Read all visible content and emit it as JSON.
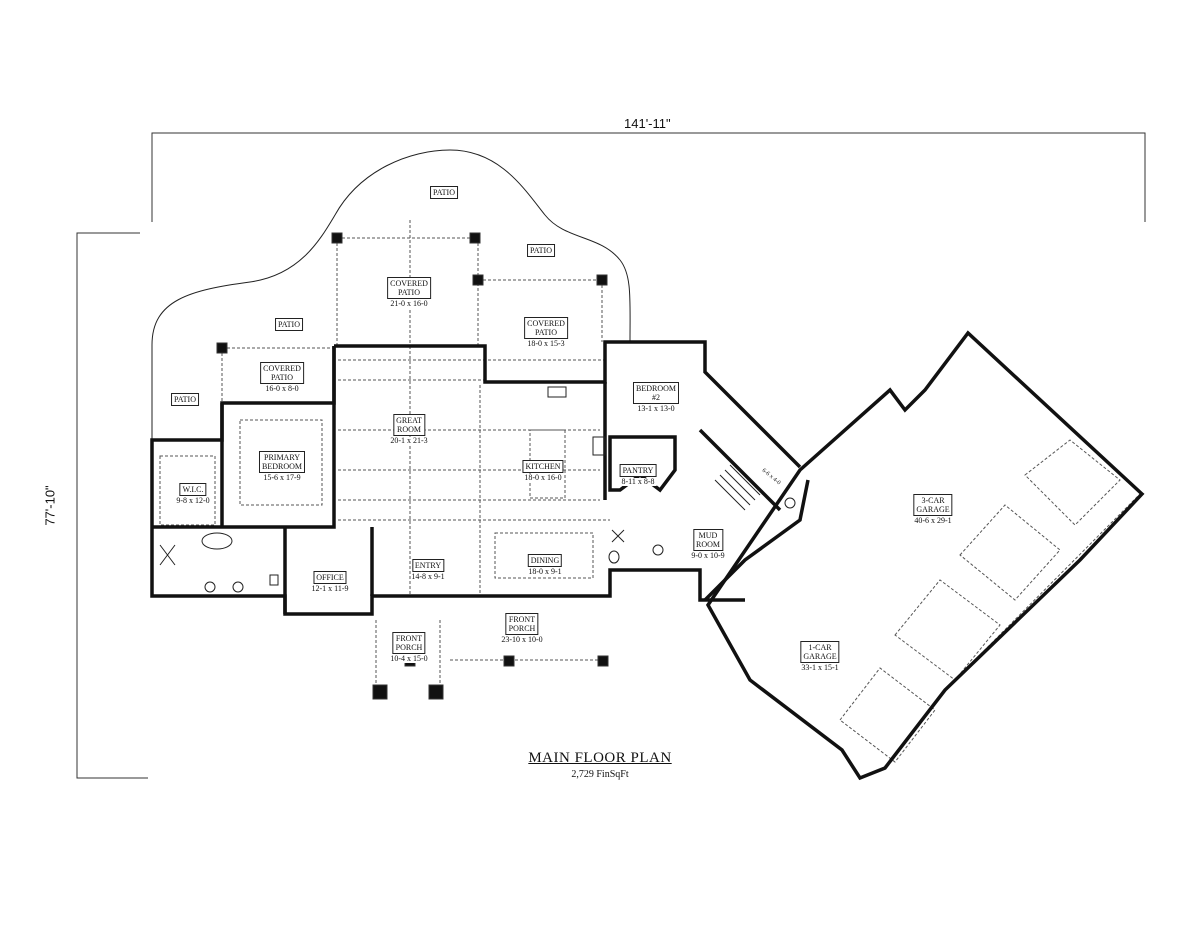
{
  "dimensions": {
    "width": "141'-11\"",
    "depth": "77'-10\""
  },
  "plan": {
    "title": "MAIN FLOOR PLAN",
    "area": "2,729 FinSqFt"
  },
  "rooms": [
    {
      "name": "PATIO",
      "size": ""
    },
    {
      "name": "PATIO",
      "size": ""
    },
    {
      "name": "PATIO",
      "size": ""
    },
    {
      "name": "PATIO",
      "size": ""
    },
    {
      "name": "COVERED\nPATIO",
      "size": "21-0 x 16-0"
    },
    {
      "name": "COVERED\nPATIO",
      "size": "18-0 x 15-3"
    },
    {
      "name": "COVERED\nPATIO",
      "size": "16-0 x 8-0"
    },
    {
      "name": "BEDROOM\n#2",
      "size": "13-1 x 13-0"
    },
    {
      "name": "GREAT\nROOM",
      "size": "20-1 x 21-3"
    },
    {
      "name": "PRIMARY\nBEDROOM",
      "size": "15-6 x 17-9"
    },
    {
      "name": "KITCHEN",
      "size": "18-0 x 16-0"
    },
    {
      "name": "PANTRY",
      "size": "8-11 x 8-8"
    },
    {
      "name": "W.I.C.",
      "size": "9-8 x 12-0"
    },
    {
      "name": "3-CAR\nGARAGE",
      "size": "40-6 x 29-1"
    },
    {
      "name": "MUD\nROOM",
      "size": "9-0 x 10-9"
    },
    {
      "name": "OFFICE",
      "size": "12-1 x 11-9"
    },
    {
      "name": "ENTRY",
      "size": "14-8 x 9-1"
    },
    {
      "name": "DINING",
      "size": "18-0 x 9-1"
    },
    {
      "name": "FRONT\nPORCH",
      "size": "23-10 x 10-0"
    },
    {
      "name": "FRONT\nPORCH",
      "size": "10-4 x 15-0"
    },
    {
      "name": "1-CAR\nGARAGE",
      "size": "33-1 x 15-1"
    }
  ],
  "closet_size": "6-6 x 4-0"
}
